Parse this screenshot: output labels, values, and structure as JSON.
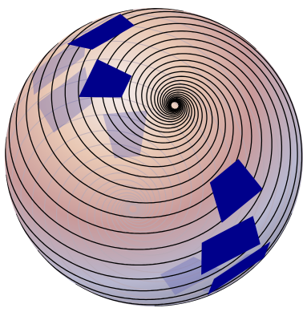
{
  "figure": {
    "shading": {
      "highlight": "#f3ecec",
      "warm": "#e9c8b4",
      "rose": "#c99a9a",
      "cool": "#b8b7cf",
      "shadow": "#8d8fa8",
      "back_curve": "#b7a9b6"
    },
    "front_curve_color": "#000000",
    "tile_color": "#00008b",
    "tile_back_color": "#5c5fb5",
    "spiral_front_count": 12,
    "spiral_back_count": 10,
    "tile_count": 11
  }
}
